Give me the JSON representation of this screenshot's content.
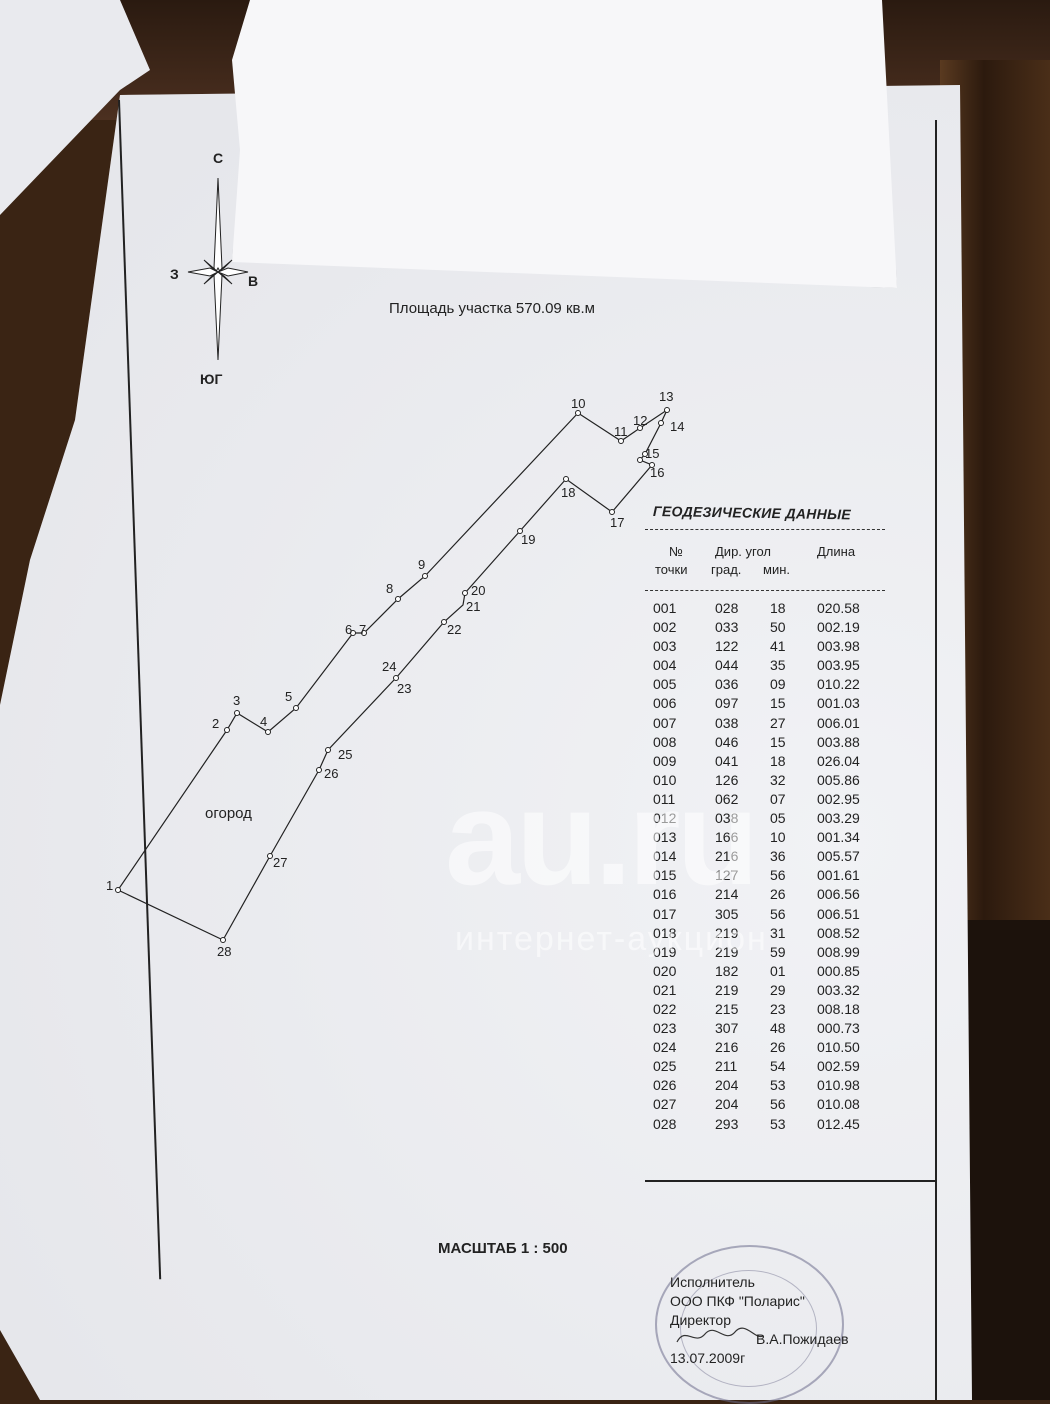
{
  "header": {
    "area_title": "Площадь  участка 570.09 кв.м"
  },
  "compass": {
    "north": "С",
    "south": "ЮГ",
    "west": "З",
    "east": "В"
  },
  "plan": {
    "garden_label": "огород",
    "points": [
      "1",
      "2",
      "3",
      "4",
      "5",
      "6",
      "7",
      "8",
      "9",
      "10",
      "11",
      "12",
      "13",
      "14",
      "15",
      "16",
      "17",
      "18",
      "19",
      "20",
      "21",
      "22",
      "23",
      "24",
      "25",
      "26",
      "27",
      "28"
    ]
  },
  "geodata": {
    "title": "ГЕОДЕЗИЧЕСКИЕ ДАННЫЕ",
    "headers": {
      "point_1": "№",
      "point_2": "точки",
      "dir_1": "Дир. угол",
      "dir_2": "град.",
      "dir_3": "мин.",
      "length": "Длина"
    },
    "rows": [
      [
        "001",
        "028",
        "18",
        "020.58"
      ],
      [
        "002",
        "033",
        "50",
        "002.19"
      ],
      [
        "003",
        "122",
        "41",
        "003.98"
      ],
      [
        "004",
        "044",
        "35",
        "003.95"
      ],
      [
        "005",
        "036",
        "09",
        "010.22"
      ],
      [
        "006",
        "097",
        "15",
        "001.03"
      ],
      [
        "007",
        "038",
        "27",
        "006.01"
      ],
      [
        "008",
        "046",
        "15",
        "003.88"
      ],
      [
        "009",
        "041",
        "18",
        "026.04"
      ],
      [
        "010",
        "126",
        "32",
        "005.86"
      ],
      [
        "011",
        "062",
        "07",
        "002.95"
      ],
      [
        "012",
        "038",
        "05",
        "003.29"
      ],
      [
        "013",
        "166",
        "10",
        "001.34"
      ],
      [
        "014",
        "216",
        "36",
        "005.57"
      ],
      [
        "015",
        "127",
        "56",
        "001.61"
      ],
      [
        "016",
        "214",
        "26",
        "006.56"
      ],
      [
        "017",
        "305",
        "56",
        "006.51"
      ],
      [
        "018",
        "219",
        "31",
        "008.52"
      ],
      [
        "019",
        "219",
        "59",
        "008.99"
      ],
      [
        "020",
        "182",
        "01",
        "000.85"
      ],
      [
        "021",
        "219",
        "29",
        "003.32"
      ],
      [
        "022",
        "215",
        "23",
        "008.18"
      ],
      [
        "023",
        "307",
        "48",
        "000.73"
      ],
      [
        "024",
        "216",
        "26",
        "010.50"
      ],
      [
        "025",
        "211",
        "54",
        "002.59"
      ],
      [
        "026",
        "204",
        "53",
        "010.98"
      ],
      [
        "027",
        "204",
        "56",
        "010.08"
      ],
      [
        "028",
        "293",
        "53",
        "012.45"
      ]
    ]
  },
  "footer": {
    "scale": "МАСШТАБ  1 : 500",
    "executor": "Исполнитель",
    "company": "ООО ПКФ \"Поларис\"",
    "position": "Директор",
    "signer": "В.А.Пожидаев",
    "date": "13.07.2009г"
  },
  "watermark": {
    "brand": "au.ru",
    "sub": "интернет-аукцион"
  }
}
